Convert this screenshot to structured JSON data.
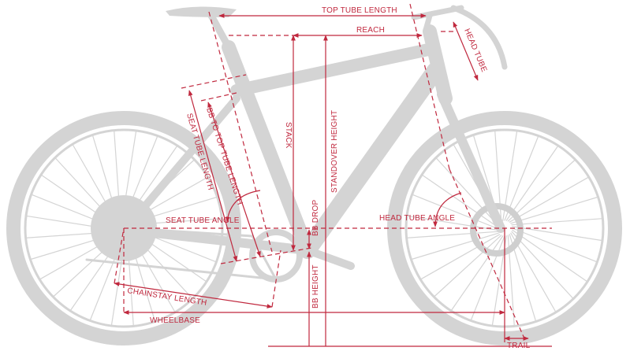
{
  "diagram": {
    "title": "Bicycle frame geometry",
    "colors": {
      "dimension": "#c0283e",
      "bike": "#d4d4d4"
    },
    "labels": {
      "top_tube_length": "TOP TUBE LENGTH",
      "reach": "REACH",
      "head_tube": "HEAD TUBE",
      "stack": "STACK",
      "standover_height": "STANDOVER HEIGHT",
      "bb_to_top_tube_length": "BB TO TOP TUBE LENGTH",
      "seat_tube_length": "SEAT TUBE LENGTH",
      "seat_tube_angle": "SEAT TUBE ANGLE",
      "bb_drop": "BB DROP",
      "head_tube_angle": "HEAD TUBE ANGLE",
      "chainstay_length": "CHAINSTAY LENGTH",
      "wheelbase": "WHEELBASE",
      "bb_height": "BB HEIGHT",
      "trail": "TRAIL"
    }
  }
}
